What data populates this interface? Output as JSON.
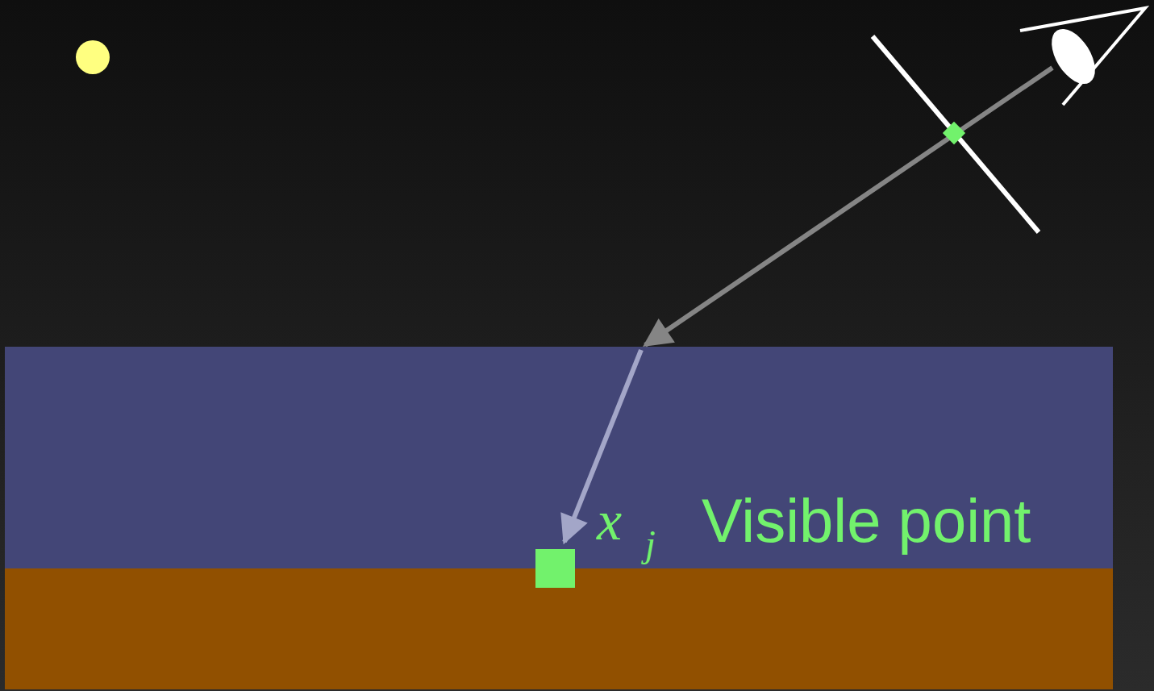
{
  "diagram": {
    "labels": [
      "x",
      "j",
      "Visible point"
    ]
  }
}
